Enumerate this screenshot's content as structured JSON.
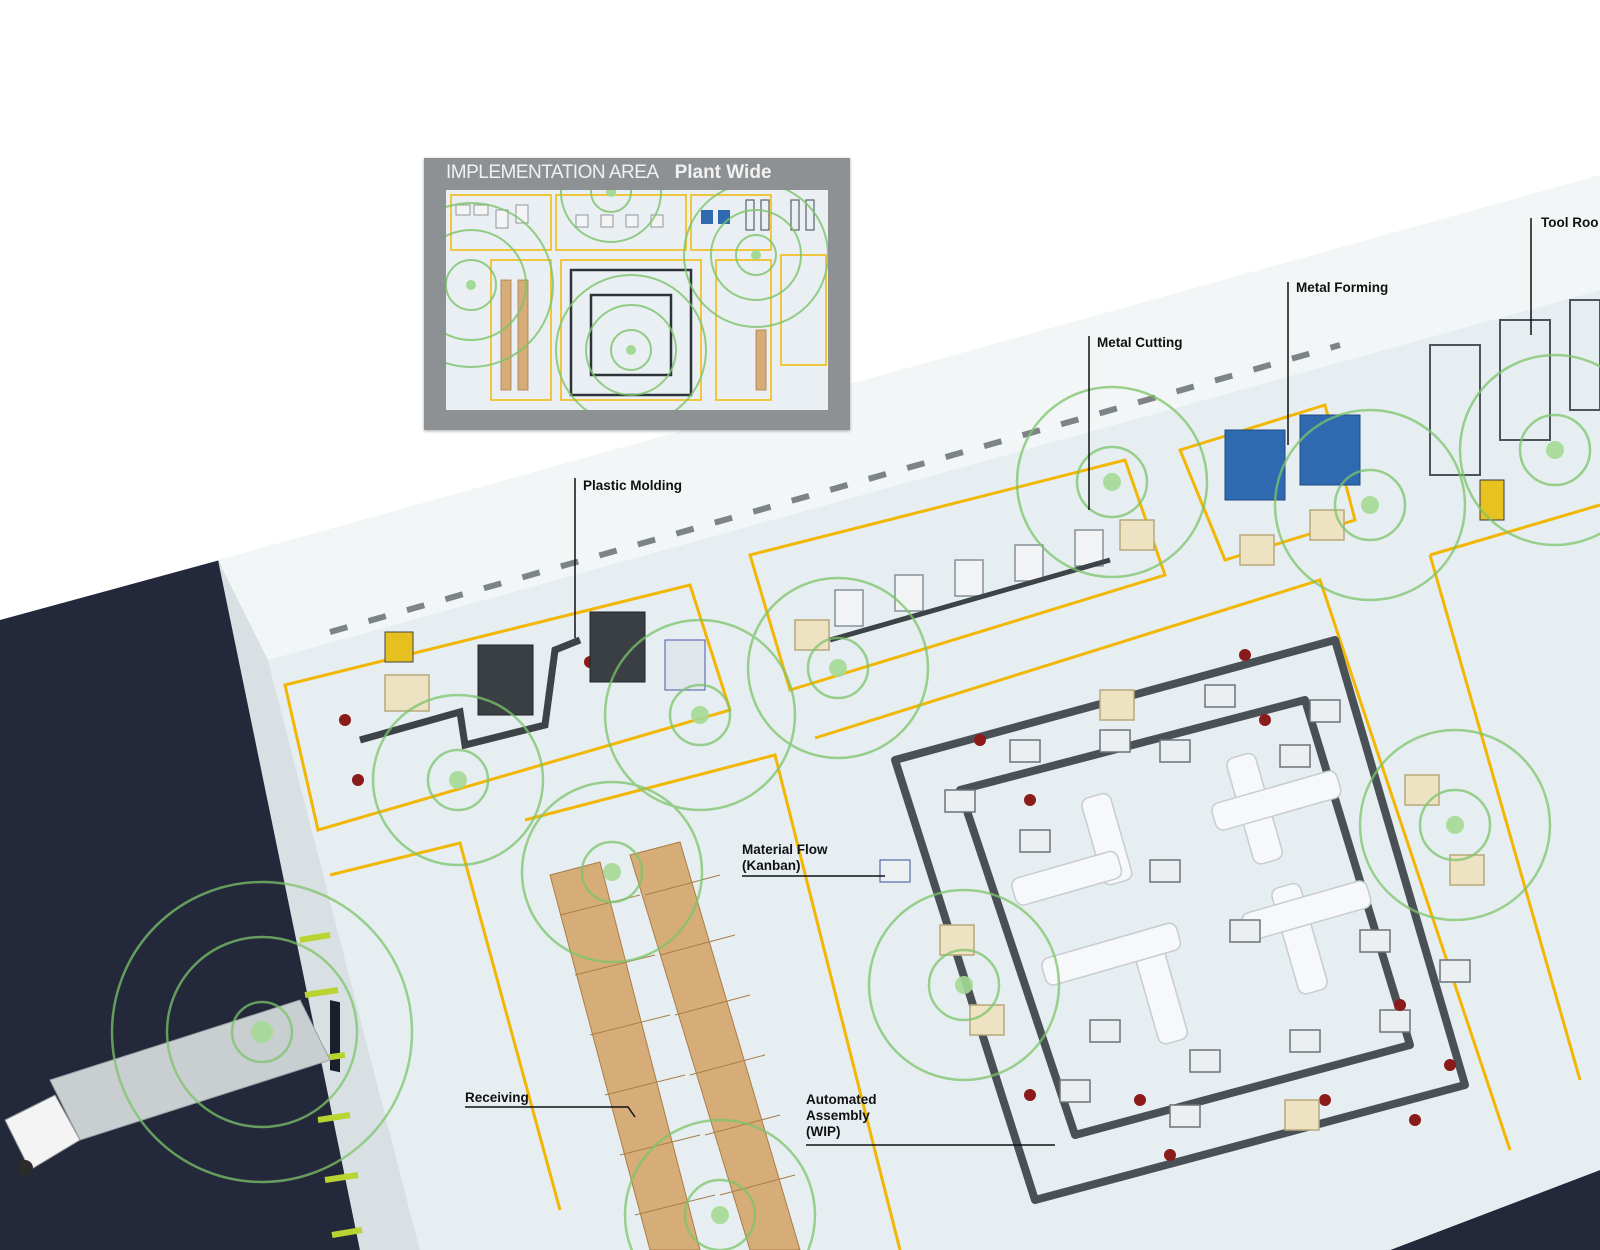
{
  "inset": {
    "title_left": "IMPLEMENTATION AREA",
    "title_right": "Plant Wide"
  },
  "areas": {
    "tool_room": "Tool Roo",
    "metal_forming": "Metal Forming",
    "metal_cutting": "Metal Cutting",
    "plastic_molding": "Plastic Molding",
    "material_flow": "Material Flow (Kanban)",
    "receiving": "Receiving",
    "automated_assembly": "Automated Assembly (WIP)"
  },
  "colors": {
    "zone_line": "#f2b705",
    "wireless_ring": "#7cc46a",
    "ground": "#23283a",
    "floor": "#e6eef2"
  }
}
